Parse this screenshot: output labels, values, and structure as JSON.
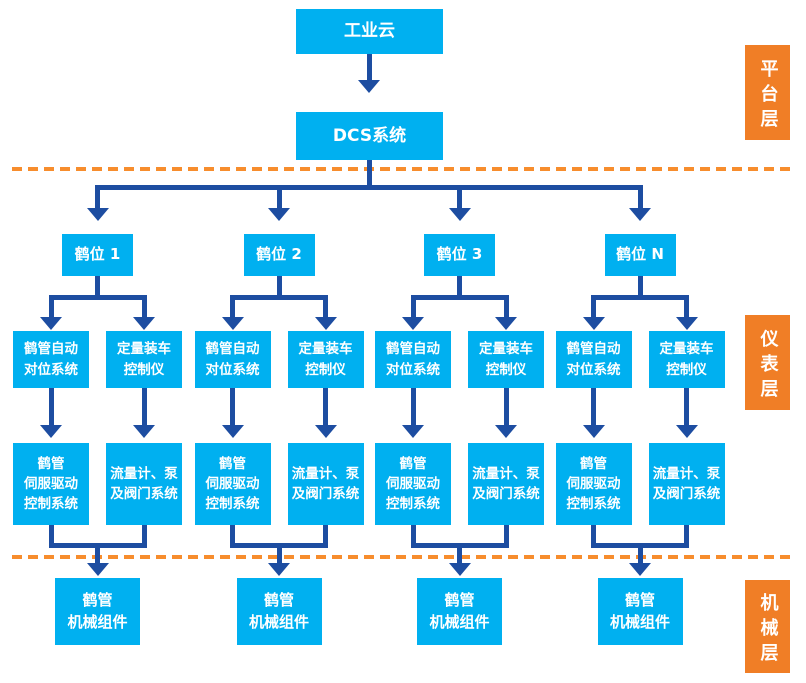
{
  "colors": {
    "box_cyan": "#00b0f0",
    "connector_blue": "#1d4da1",
    "layer_orange": "#f07e26",
    "dashed_line_orange": "#f78d2d",
    "text_white": "#ffffff",
    "background": "#ffffff"
  },
  "platform": {
    "cloud_label": "工业云",
    "dcs_label": "DCS系统"
  },
  "layer_labels": {
    "platform": "平台层",
    "instrument": "仪表层",
    "mechanical": "机械层"
  },
  "branches": [
    {
      "title": "鹤位 1",
      "auto_positioning": "鹤管自动\n对位系统",
      "quant_loading": "定量装车\n控制仪",
      "servo_drive": "鹤管\n伺服驱动\n控制系统",
      "flow_pump_valve": "流量计、泵\n及阀门系统",
      "mechanical": "鹤管\n机械组件"
    },
    {
      "title": "鹤位 2",
      "auto_positioning": "鹤管自动\n对位系统",
      "quant_loading": "定量装车\n控制仪",
      "servo_drive": "鹤管\n伺服驱动\n控制系统",
      "flow_pump_valve": "流量计、泵\n及阀门系统",
      "mechanical": "鹤管\n机械组件"
    },
    {
      "title": "鹤位 3",
      "auto_positioning": "鹤管自动\n对位系统",
      "quant_loading": "定量装车\n控制仪",
      "servo_drive": "鹤管\n伺服驱动\n控制系统",
      "flow_pump_valve": "流量计、泵\n及阀门系统",
      "mechanical": "鹤管\n机械组件"
    },
    {
      "title": "鹤位 N",
      "auto_positioning": "鹤管自动\n对位系统",
      "quant_loading": "定量装车\n控制仪",
      "servo_drive": "鹤管\n伺服驱动\n控制系统",
      "flow_pump_valve": "流量计、泵\n及阀门系统",
      "mechanical": "鹤管\n机械组件"
    }
  ]
}
